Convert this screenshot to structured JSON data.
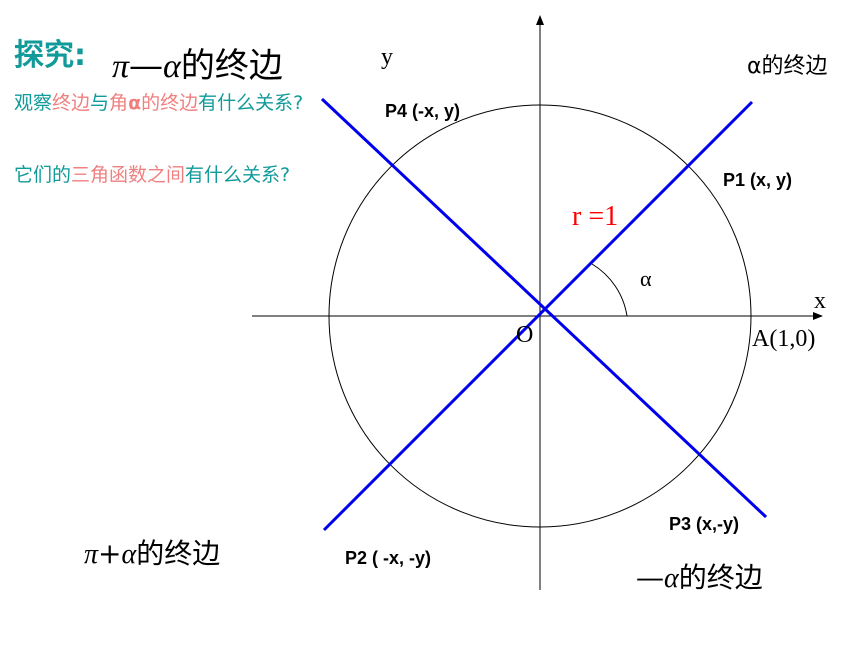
{
  "title": "探究:",
  "subtitle": {
    "pi": "π",
    "op": "—",
    "alpha": "α",
    "rest": "的终边"
  },
  "question1": {
    "a": "观察",
    "b": "终边",
    "c": "与",
    "d": "角",
    "e": "α",
    "f": "的终边",
    "g": "有什么关系?"
  },
  "question2": {
    "a": "它们的",
    "b": "三角函数之间",
    "c": "有什么关系?"
  },
  "axes": {
    "x": "x",
    "y": "y",
    "origin": "O",
    "point_a": "A(1,0)"
  },
  "radius_label": "r =1",
  "angle_label": "α",
  "alpha_side_label": "α的终边",
  "points": {
    "p1": "P1  (x, y)",
    "p2": "P2  ( -x, -y)",
    "p3": "P3  (x,-y)",
    "p4": "P4 (-x, y)"
  },
  "side_labels": {
    "pi_plus": {
      "pi": "π",
      "op": "+",
      "alpha": "α",
      "rest": "的终边"
    },
    "minus": {
      "op": "—",
      "alpha": "α",
      "rest": "的终边"
    }
  },
  "colors": {
    "title": "#119a9a",
    "highlight": "#f08080",
    "lines": "#0000ee",
    "radius": "#ff0000"
  }
}
